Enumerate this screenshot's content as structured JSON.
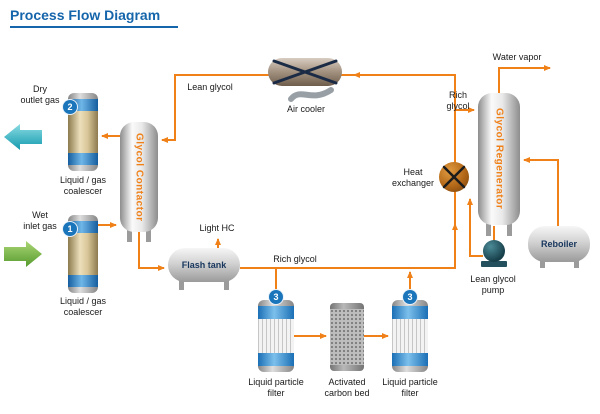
{
  "title": "Process Flow Diagram",
  "colors": {
    "title": "#1565ab",
    "flow_line": "#f08119",
    "badge": "#1b75bb",
    "dry_gas_arrow": "#159aae",
    "wet_gas_arrow": "#5a9e32"
  },
  "streams": {
    "dry_outlet_gas": "Dry\noutlet gas",
    "wet_inlet_gas": "Wet\ninlet gas",
    "lean_glycol": "Lean glycol",
    "light_hc": "Light HC",
    "rich_glycol": "Rich glycol",
    "rich_glycol_to_regenerator": "Rich\nglycol",
    "water_vapor": "Water vapor"
  },
  "equipment": {
    "coalescer_top": {
      "label": "Liquid / gas\ncoalescer",
      "badge": "2"
    },
    "coalescer_bottom": {
      "label": "Liquid / gas\ncoalescer",
      "badge": "1"
    },
    "glycol_contactor": {
      "label": "Glycol Contactor"
    },
    "flash_tank": {
      "label": "Flash tank"
    },
    "air_cooler": {
      "label": "Air cooler"
    },
    "heat_exchanger": {
      "label": "Heat\nexchanger"
    },
    "glycol_regenerator": {
      "label": "Glycol Regenerator"
    },
    "reboiler": {
      "label": "Reboiler"
    },
    "lean_glycol_pump": {
      "label": "Lean glycol\npump"
    },
    "particle_filter_left": {
      "label": "Liquid particle\nfilter",
      "badge": "3"
    },
    "activated_carbon_bed": {
      "label": "Activated\ncarbon bed"
    },
    "particle_filter_right": {
      "label": "Liquid particle\nfilter",
      "badge": "3"
    }
  }
}
